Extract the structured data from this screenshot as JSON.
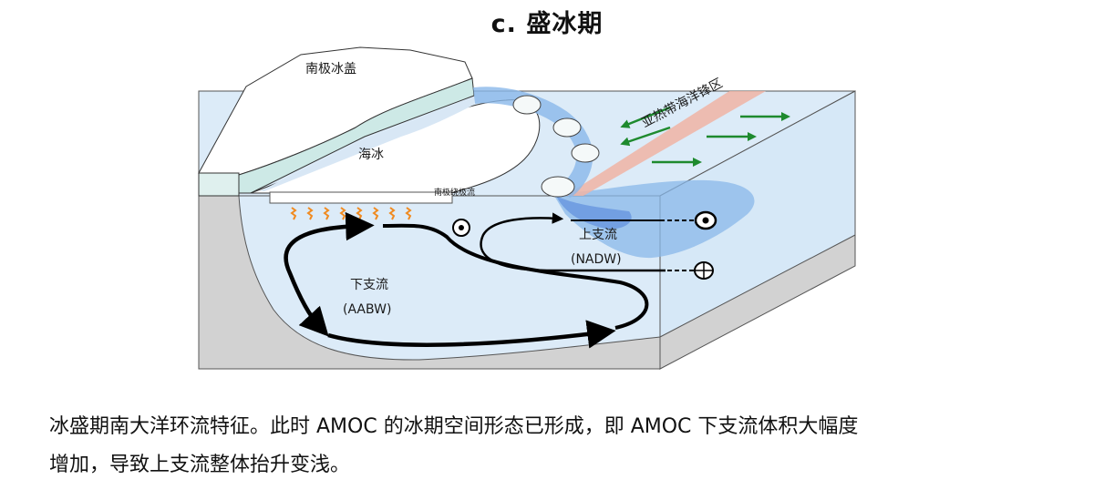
{
  "title": "c. 盛冰期",
  "labels": {
    "antarctic_ice_sheet": "南极冰盖",
    "sea_ice": "海冰",
    "acc": "南极绕极流",
    "subtropical_front": "亚热带海洋锋区",
    "upper_cell": "上支流",
    "upper_cell_abbr": "(NADW)",
    "lower_cell": "下支流",
    "lower_cell_abbr": "(AABW)"
  },
  "symbols": {
    "out_of_page": "dot-in-circle-icon",
    "into_page": "cross-in-circle-icon"
  },
  "colors": {
    "ocean": "#dcebf8",
    "ocean_side": "#d3e6f6",
    "seafloor": "#d2d2d2",
    "ice_edge": "#cde9e6",
    "sea_ice": "#d8e7f5",
    "deep_water": "#6fa3e0",
    "nadw_plume": "#8ab8ea",
    "front": "#f0b4a4",
    "wind_arrow": "#1e8a2e",
    "heat_flux": "#f08a20",
    "flow": "#000000"
  },
  "caption": {
    "line1": "冰盛期南大洋环流特征。此时 AMOC 的冰期空间形态已形成，即 AMOC 下支流体积大幅度",
    "line2": "增加，导致上支流整体抬升变浅。"
  }
}
